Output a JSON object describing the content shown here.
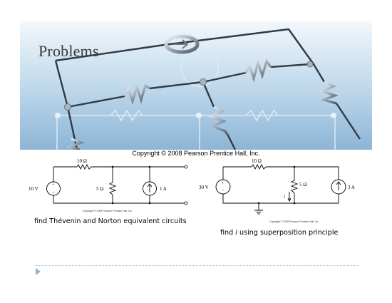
{
  "header": {
    "title": "Problems",
    "copyright": "Copyright © 2008 Pearson Prentice Hall, Inc."
  },
  "circuit1": {
    "resistor_top": "10 Ω",
    "source_voltage": "10 V",
    "resistor_shunt": "5 Ω",
    "current_source": "1 A",
    "caption": "find Thévenin and Norton equivalent circuits",
    "copyright": "Copyright © 2008 Pearson Prentice Hall, Inc."
  },
  "circuit2": {
    "resistor_top": "10 Ω",
    "source_voltage": "30 V",
    "resistor_shunt": "5 Ω",
    "current_label": "i",
    "current_source": "3 A",
    "caption_prefix": "find ",
    "caption_var": "i",
    "caption_suffix": " using superposition principle",
    "copyright": "Copyright © 2008 Pearson Prentice Hall, Inc."
  },
  "colors": {
    "header_bg_top": "#e8f1f8",
    "header_bg_bottom": "#8fb8d8",
    "wire_dark": "#2f3a44",
    "accent": "#8fb3cc"
  }
}
